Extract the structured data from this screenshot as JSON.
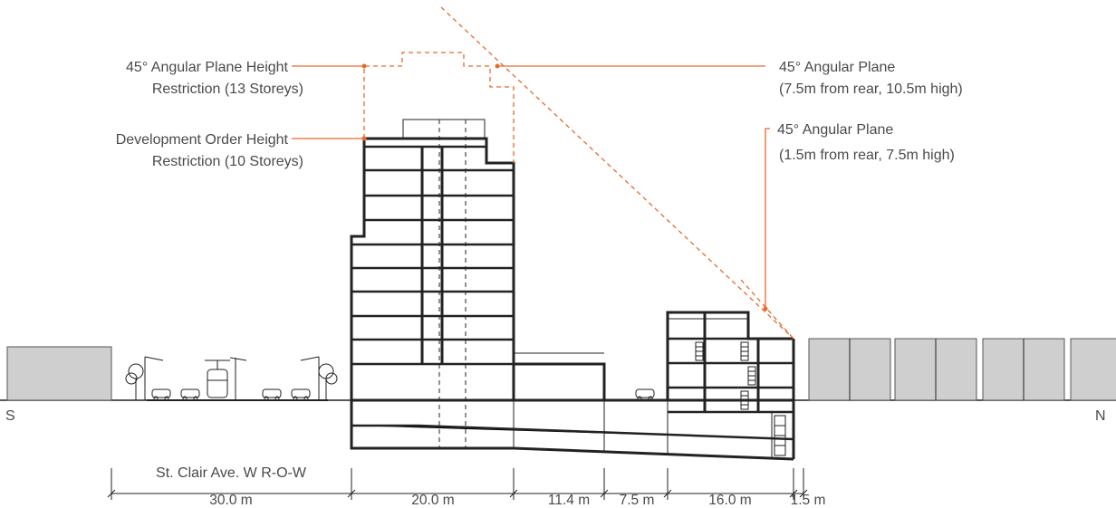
{
  "callouts": {
    "angular_13_line1": "45° Angular Plane Height",
    "angular_13_line2": "Restriction (13 Storeys)",
    "dev_order_line1": "Development Order Height",
    "dev_order_line2": "Restriction (10 Storeys)",
    "plane_a_line1": "45° Angular Plane",
    "plane_a_line2": "(7.5m from rear, 10.5m high)",
    "plane_b_line1": "45° Angular Plane",
    "plane_b_line2": "(1.5m from rear, 7.5m high)"
  },
  "orientation": {
    "south": "S",
    "north": "N"
  },
  "row_label": "St. Clair Ave. W R-O-W",
  "dimensions": [
    "30.0 m",
    "20.0 m",
    "11.4 m",
    "7.5 m",
    "16.0 m",
    "1.5 m"
  ],
  "colors": {
    "accent": "#e8692a",
    "ink": "#222222",
    "neighbour_fill": "#cfcfcf"
  }
}
